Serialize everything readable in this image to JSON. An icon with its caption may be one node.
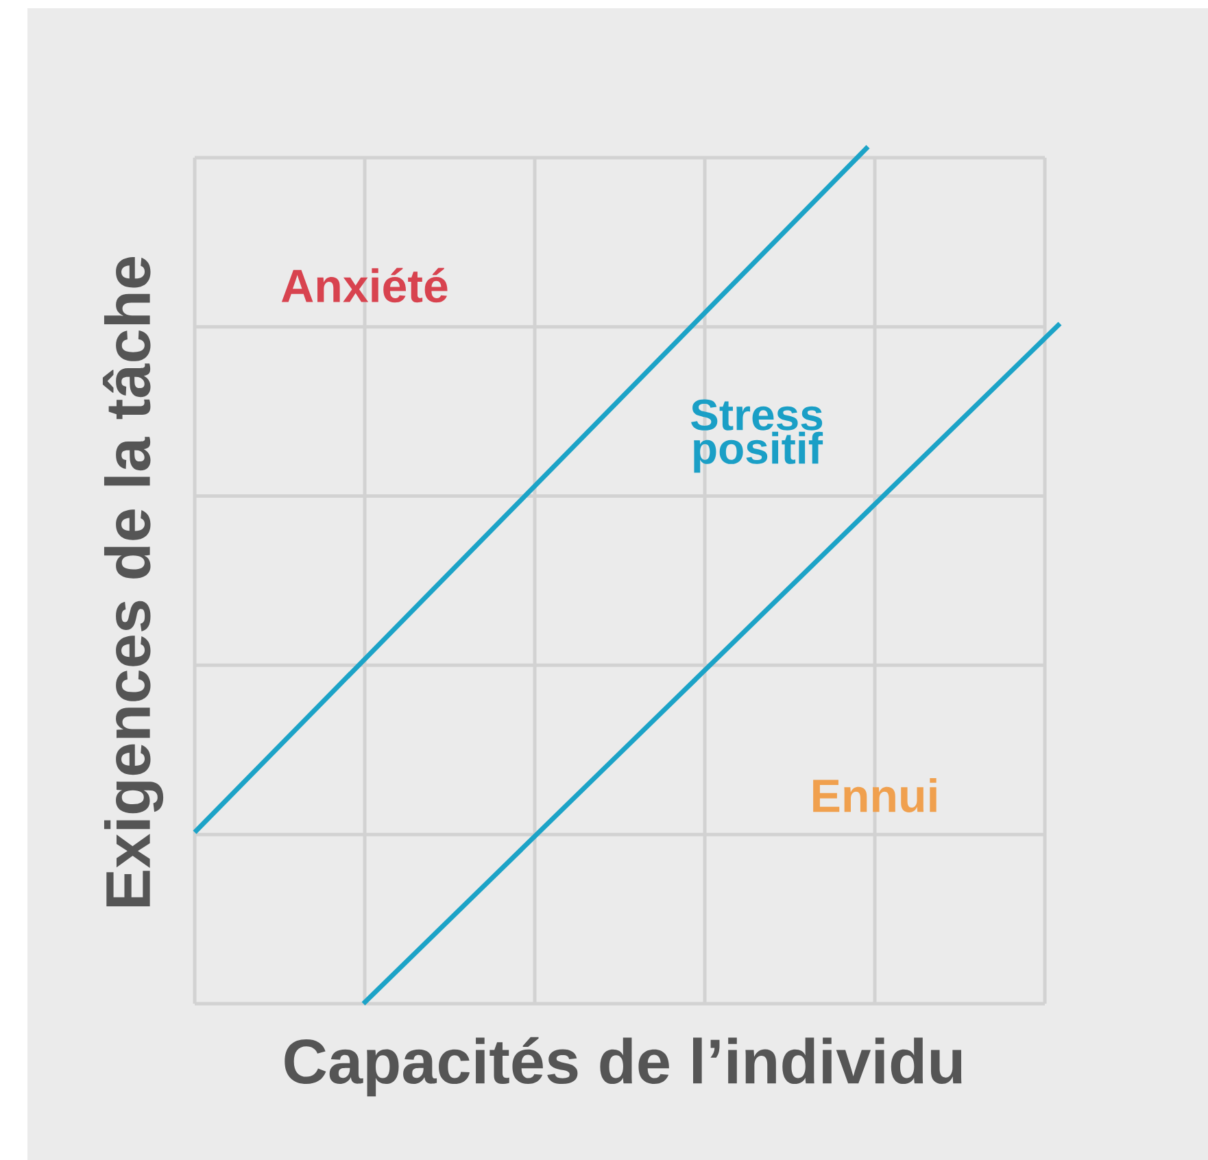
{
  "diagram": {
    "labels": [
      "Exigences de la tâche",
      "Anxiété",
      "Stress positif",
      "Ennui",
      "Capacités de l’individu"
    ]
  }
}
